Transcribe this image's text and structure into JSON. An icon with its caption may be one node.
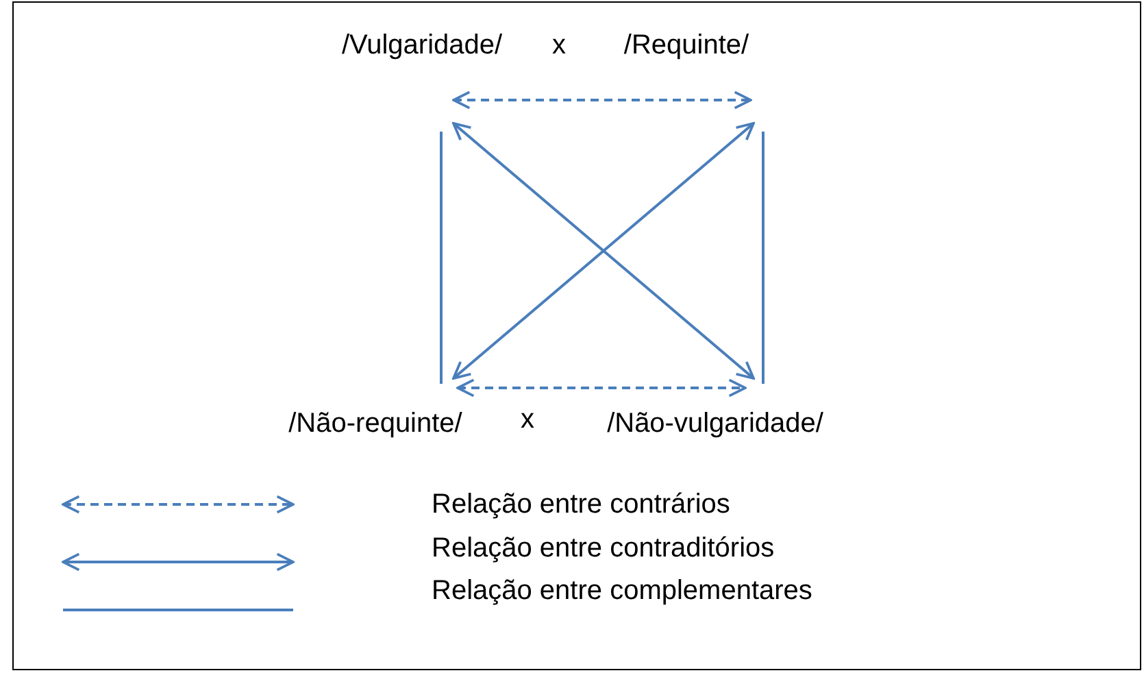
{
  "diagram": {
    "nodes": [
      {
        "text": [
          "/Vulgaridade/"
        ]
      },
      {
        "text": [
          "/Requinte/"
        ]
      },
      {
        "text": [
          "/Não-requinte/"
        ]
      },
      {
        "text": [
          "/Não-vulgaridade/"
        ]
      }
    ],
    "edges": [
      {
        "from": 0,
        "to": 1,
        "arrow": "both",
        "style": "dashed"
      },
      {
        "from": 2,
        "to": 3,
        "arrow": "both",
        "style": "dashed"
      },
      {
        "from": 0,
        "to": 3,
        "arrow": "both"
      },
      {
        "from": 1,
        "to": 2,
        "arrow": "both"
      },
      {
        "from": 0,
        "to": 2,
        "arrow": "none"
      },
      {
        "from": 1,
        "to": 3,
        "arrow": "none"
      }
    ],
    "labels": [
      "x",
      "x"
    ],
    "legend": [
      {
        "text": "Relação entre contrários"
      },
      {
        "text": "Relação entre contraditórios"
      },
      {
        "text": "Relação entre complementares"
      }
    ]
  }
}
